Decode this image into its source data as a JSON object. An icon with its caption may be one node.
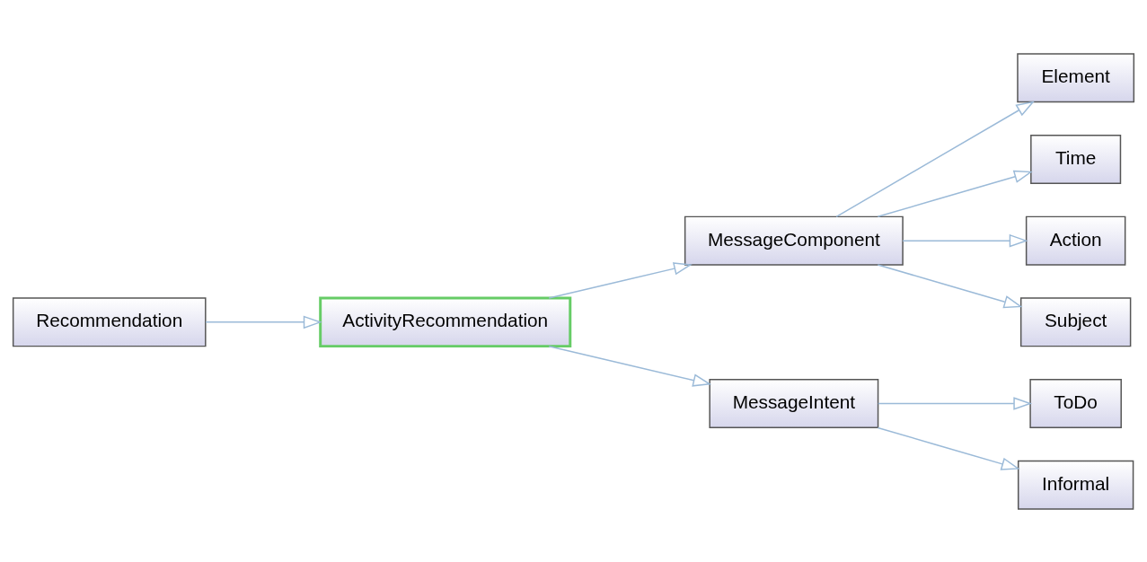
{
  "diagram": {
    "nodes": [
      {
        "text": [
          "Recommendation"
        ]
      },
      {
        "text": [
          "ActivityRecommendation"
        ]
      },
      {
        "text": [
          "MessageComponent"
        ]
      },
      {
        "text": [
          "Element"
        ]
      },
      {
        "text": [
          "Time"
        ]
      },
      {
        "text": [
          "Action"
        ]
      },
      {
        "text": [
          "Subject"
        ]
      },
      {
        "text": [
          "MessageIntent"
        ]
      },
      {
        "text": [
          "ToDo"
        ]
      },
      {
        "text": [
          "Informal"
        ]
      }
    ],
    "edges": [
      {
        "from": 0,
        "to": 1,
        "arrow": "to"
      },
      {
        "from": 1,
        "to": 2,
        "arrow": "to"
      },
      {
        "from": 1,
        "to": 7,
        "arrow": "to"
      },
      {
        "from": 2,
        "to": 3,
        "arrow": "to"
      },
      {
        "from": 2,
        "to": 4,
        "arrow": "to"
      },
      {
        "from": 2,
        "to": 5,
        "arrow": "to"
      },
      {
        "from": 2,
        "to": 6,
        "arrow": "to"
      },
      {
        "from": 7,
        "to": 8,
        "arrow": "to"
      },
      {
        "from": 7,
        "to": 9,
        "arrow": "to"
      }
    ]
  }
}
